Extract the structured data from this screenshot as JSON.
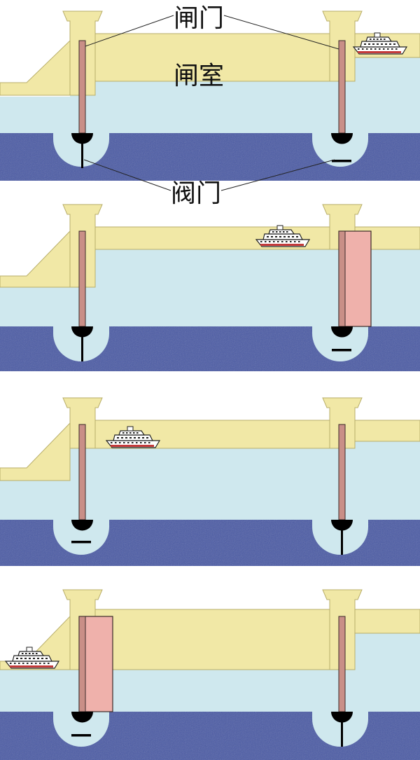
{
  "labels": {
    "gate": "闸门",
    "chamber": "闸室",
    "valve": "阀门"
  },
  "colors": {
    "wall": "#f1e8a6",
    "wall_stroke": "#b8ae6a",
    "water": "#cfe8ee",
    "ground": "#4a5aa5",
    "gate_pole": "#c98f87",
    "open_gate": "#efb1ab",
    "valve": "#000000"
  },
  "stages": [
    {
      "stage": 1,
      "left_valve": "closed",
      "right_valve": "open",
      "left_gate": "closed",
      "right_gate": "closed",
      "boat": "upstream-right"
    },
    {
      "stage": 2,
      "left_valve": "closed",
      "right_valve": "open",
      "left_gate": "closed",
      "right_gate": "open",
      "boat": "in-chamber"
    },
    {
      "stage": 3,
      "left_valve": "open",
      "right_valve": "closed",
      "left_gate": "closed",
      "right_gate": "closed",
      "boat": "in-chamber-left"
    },
    {
      "stage": 4,
      "left_valve": "open",
      "right_valve": "closed",
      "left_gate": "open",
      "right_gate": "closed",
      "boat": "downstream-left"
    }
  ]
}
